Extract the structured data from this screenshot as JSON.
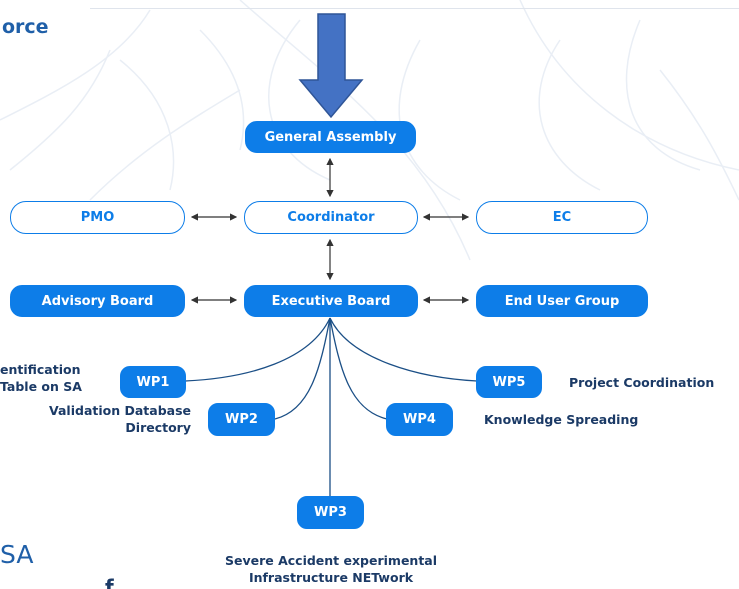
{
  "title": "orce",
  "side_text": "SA",
  "footer_fragment": "f",
  "colors": {
    "accent": "#0d7de8",
    "arrow": "#4472c4",
    "text_dark": "#1b3a66",
    "title_blue": "#1f5fa8"
  },
  "nodes": {
    "general_assembly": "General Assembly",
    "pmo": "PMO",
    "coordinator": "Coordinator",
    "ec": "EC",
    "advisory_board": "Advisory Board",
    "executive_board": "Executive Board",
    "end_user_group": "End User Group",
    "wp1": "WP1",
    "wp2": "WP2",
    "wp3": "WP3",
    "wp4": "WP4",
    "wp5": "WP5"
  },
  "labels": {
    "wp1_line1": "entification",
    "wp1_line2": "Table on SA",
    "wp2_line1": "Validation Database",
    "wp2_line2": "Directory",
    "wp3_line1": "Severe Accident experimental",
    "wp3_line2": "Infrastructure NETwork",
    "wp4": "Knowledge Spreading",
    "wp5": "Project Coordination"
  }
}
